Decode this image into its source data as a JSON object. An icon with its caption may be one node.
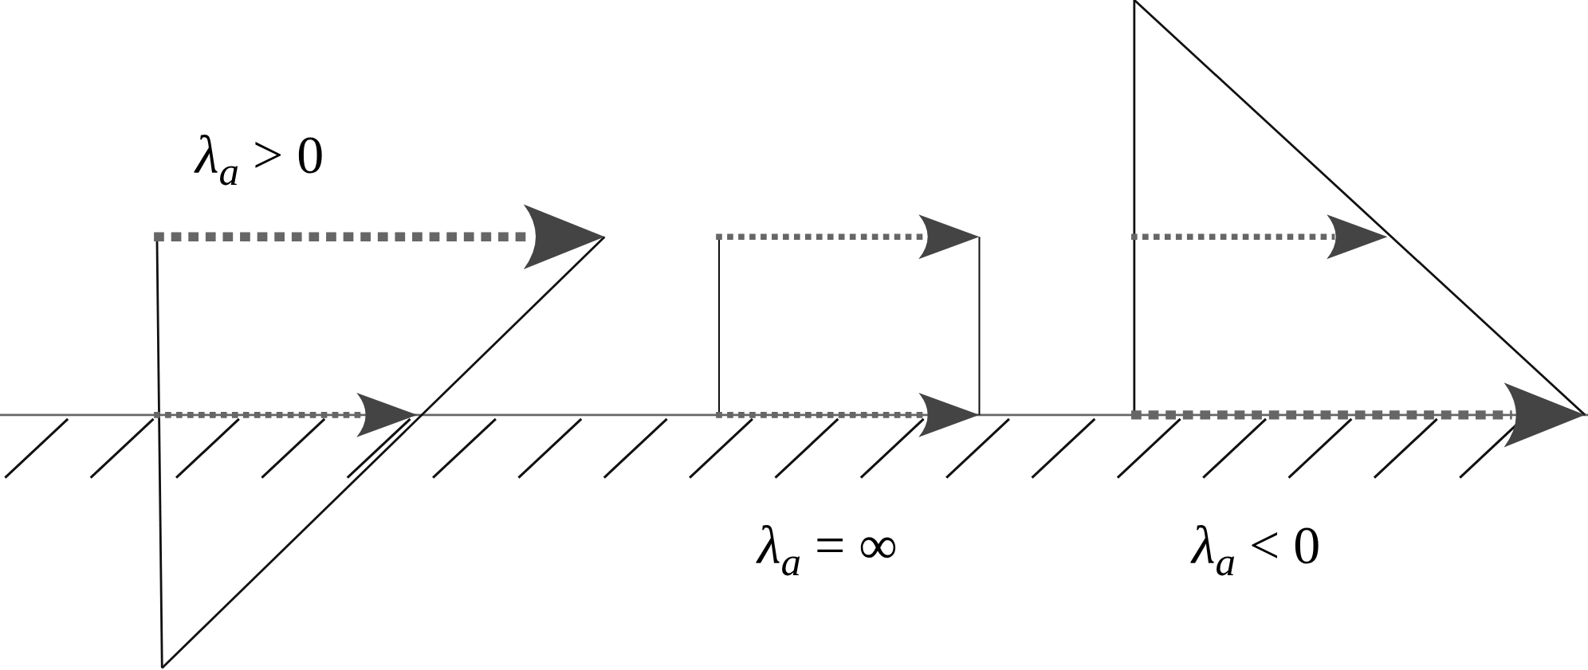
{
  "diagram": {
    "labels": [
      "*λ*$_{a}$ > 0",
      "*λ*$_{a}$ = ∞",
      "*λ*$_{a}$ < 0"
    ]
  }
}
